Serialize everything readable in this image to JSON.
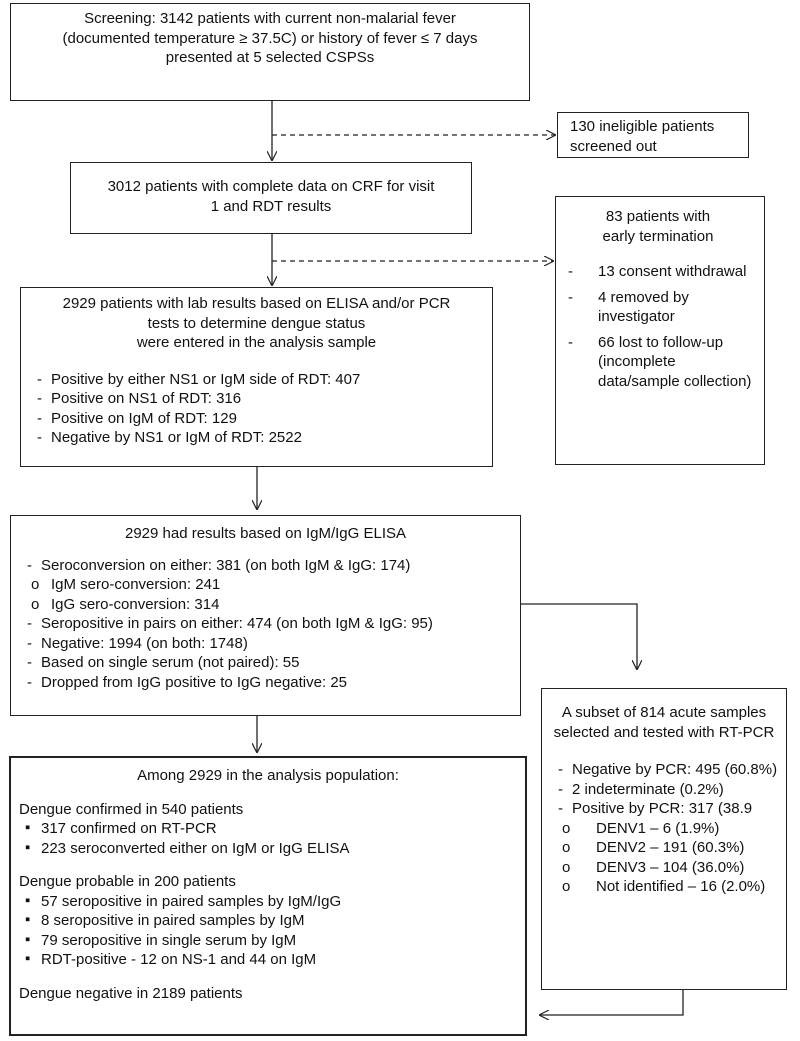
{
  "screening": {
    "line1": "Screening: 3142 patients with current non-malarial fever",
    "line2": "(documented temperature ≥ 37.5C) or history of fever ≤ 7 days",
    "line3": "presented at 5 selected CSPSs"
  },
  "ineligible": {
    "line1": "130 ineligible patients",
    "line2": "screened out"
  },
  "complete_data": {
    "line1": "3012 patients with complete data on CRF for visit",
    "line2": "1 and RDT results"
  },
  "early_termination": {
    "line1": "83 patients with",
    "line2": "early termination",
    "items": [
      "13 consent withdrawal",
      "4 removed by investigator",
      "66 lost to follow-up (incomplete data/sample collection)"
    ]
  },
  "lab_results": {
    "line1": "2929 patients with lab results based on ELISA and/or PCR",
    "line2": "tests to determine dengue status",
    "line3": "were entered in the analysis sample",
    "items": [
      "Positive by either NS1 or IgM side of RDT: 407",
      "Positive on NS1 of RDT: 316",
      "Positive on IgM of RDT: 129",
      "Negative by NS1 or IgM of RDT: 2522"
    ]
  },
  "elisa": {
    "title": "2929 had results based on IgM/IgG ELISA",
    "seroconversion": "Seroconversion on either: 381 (on both IgM & IgG: 174)",
    "sub_items": [
      "IgM sero-conversion: 241",
      "IgG sero-conversion: 314"
    ],
    "items": [
      "Seropositive in pairs on either: 474 (on both IgM & IgG: 95)",
      "Negative: 1994 (on both: 1748)",
      "Based on single serum (not paired): 55",
      "Dropped from IgG positive to IgG negative: 25"
    ]
  },
  "pcr": {
    "title": "A subset of 814 acute samples selected and tested with RT-PCR",
    "items": [
      "Negative by PCR: 495 (60.8%)",
      "2 indeterminate (0.2%)",
      "Positive by PCR: 317 (38.9"
    ],
    "sub_items": [
      "DENV1 – 6 (1.9%)",
      "DENV2 – 191 (60.3%)",
      "DENV3 – 104 (36.0%)",
      "Not identified – 16 (2.0%)"
    ]
  },
  "final": {
    "title": "Among 2929 in the analysis population:",
    "confirmed_heading": "Dengue confirmed in 540 patients",
    "confirmed_items": [
      "317 confirmed on RT-PCR",
      "223 seroconverted either on IgM or IgG ELISA"
    ],
    "probable_heading": "Dengue probable in 200 patients",
    "probable_items": [
      "57 seropositive in paired samples by IgM/IgG",
      "8 seropositive in paired samples by IgM",
      "79 seropositive in single serum by IgM",
      "RDT-positive - 12 on NS-1 and 44 on IgM"
    ],
    "negative_heading": "Dengue negative in 2189 patients"
  }
}
